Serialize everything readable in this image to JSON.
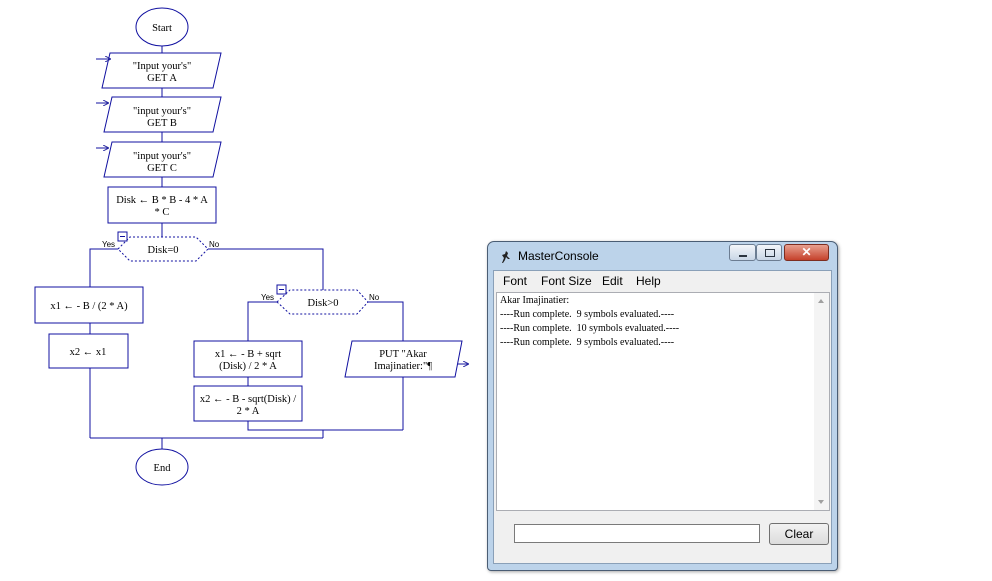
{
  "flowchart": {
    "start": "Start",
    "end": "End",
    "input_a": {
      "prompt": "\"Input your's\"",
      "cmd": "GET A"
    },
    "input_b": {
      "prompt": "\"input your's\"",
      "cmd": "GET B"
    },
    "input_c": {
      "prompt": "\"input your's\"",
      "cmd": "GET C"
    },
    "disk_assign": {
      "line1": "Disk ← B * B - 4 * A",
      "line2": "* C"
    },
    "decision1": {
      "text": "Disk=0",
      "yes": "Yes",
      "no": "No"
    },
    "decision2": {
      "text": "Disk>0",
      "yes": "Yes",
      "no": "No"
    },
    "x1_zero": "x1 ← - B / (2 * A)",
    "x2_zero": "x2 ← x1",
    "x1_pos": {
      "line1": "x1 ← - B + sqrt",
      "line2": "(Disk) / 2 * A"
    },
    "x2_pos": {
      "line1": "x2 ← - B - sqrt(Disk) /",
      "line2": "2 * A"
    },
    "put_output": {
      "line1": "PUT \"Akar",
      "line2": "Imajinatier:\"¶"
    },
    "colors": {
      "stroke": "#1010a0",
      "arrow": "#3333aa"
    }
  },
  "console": {
    "title": "MasterConsole",
    "buttons": {
      "minimize": "minimize",
      "maximize": "maximize",
      "close": "✕"
    },
    "menu": [
      "Font",
      "Font Size",
      "Edit",
      "Help"
    ],
    "output_lines": [
      "Akar Imajinatier:",
      "----Run complete.  9 symbols evaluated.----",
      "----Run complete.  10 symbols evaluated.----",
      "----Run complete.  9 symbols evaluated.----"
    ],
    "input_value": "",
    "clear_label": "Clear"
  }
}
